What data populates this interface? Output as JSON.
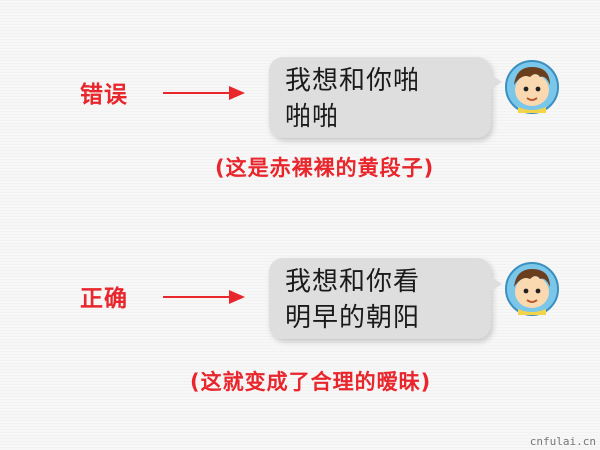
{
  "rows": [
    {
      "label": "错误",
      "bubble_lines": [
        "我想和你啪",
        "啪啪"
      ],
      "caption": "(这是赤裸裸的黄段子)"
    },
    {
      "label": "正确",
      "bubble_lines": [
        "我想和你看",
        "明早的朝阳"
      ],
      "caption": "(这就变成了合理的暧昧)"
    }
  ],
  "watermark": "cnfulai.cn",
  "colors": {
    "accent": "#e8262c",
    "bubble": "#dedede",
    "text": "#1a1a1a"
  },
  "icons": {
    "avatar": "cartoon-boy-avatar-icon",
    "arrow": "arrow-right-icon"
  }
}
